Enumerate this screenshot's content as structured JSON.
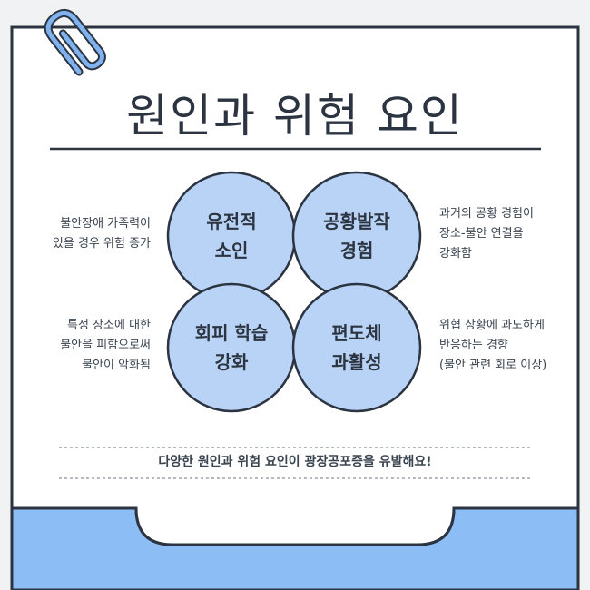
{
  "title": "원인과 위험 요인",
  "circles": [
    {
      "label_line1": "유전적",
      "label_line2": "소인"
    },
    {
      "label_line1": "공황발작",
      "label_line2": "경험"
    },
    {
      "label_line1": "회피 학습",
      "label_line2": "강화"
    },
    {
      "label_line1": "편도체",
      "label_line2": "과활성"
    }
  ],
  "side_notes": {
    "top_left": [
      "불안장애 가족력이",
      "있을 경우 위험 증가"
    ],
    "top_right": [
      "과거의 공황 경험이",
      "장소-불안 연결을",
      "강화함"
    ],
    "bottom_left": [
      "특정 장소에 대한",
      "불안을 피함으로써",
      "불안이 악화됨"
    ],
    "bottom_right": [
      "위협 상황에 과도하게",
      "반응하는 경향",
      "(불안 관련 회로 이상)"
    ]
  },
  "footer_note": "다양한 원인과 위험 요인이 광장공포증을 유발해요!",
  "colors": {
    "background": "#f1f2f4",
    "card": "#ffffff",
    "outline": "#2b3440",
    "circle_fill": "#b9d3f7",
    "accent_blue": "#8dbdf5",
    "paperclip": "#7fb2ee"
  },
  "icons": [
    "paperclip-icon"
  ]
}
